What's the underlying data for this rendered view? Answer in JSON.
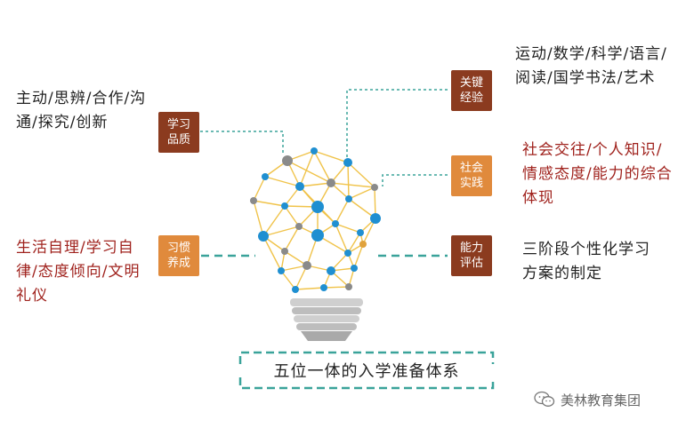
{
  "left_items": [
    {
      "tag": "学习品质",
      "text": "主动/思辨/合作/沟通/探究/创新"
    },
    {
      "tag": "习惯养成",
      "text": "生活自理/学习自律/态度倾向/文明礼仪"
    }
  ],
  "right_items": [
    {
      "tag": "关键经验",
      "text": "运动/数学/科学/语言/阅读/国学书法/艺术"
    },
    {
      "tag": "社会实践",
      "text": "社会交往/个人知识/情感态度/能力的综合体现"
    },
    {
      "tag": "能力评估",
      "text": "三阶段个性化学习方案的制定"
    }
  ],
  "caption": "五位一体的入学准备体系",
  "watermark": "美林教育集团",
  "colors": {
    "tag_dark": "#8b3b1f",
    "tag_orange": "#e08a3c",
    "text_red": "#a0231e",
    "connector": "#3aa39a",
    "node_blue": "#1f8fd1",
    "node_gray": "#8a8a8a",
    "network_line": "#f0c34a"
  },
  "icons": [
    "lightbulb-network-icon",
    "wechat-icon"
  ]
}
